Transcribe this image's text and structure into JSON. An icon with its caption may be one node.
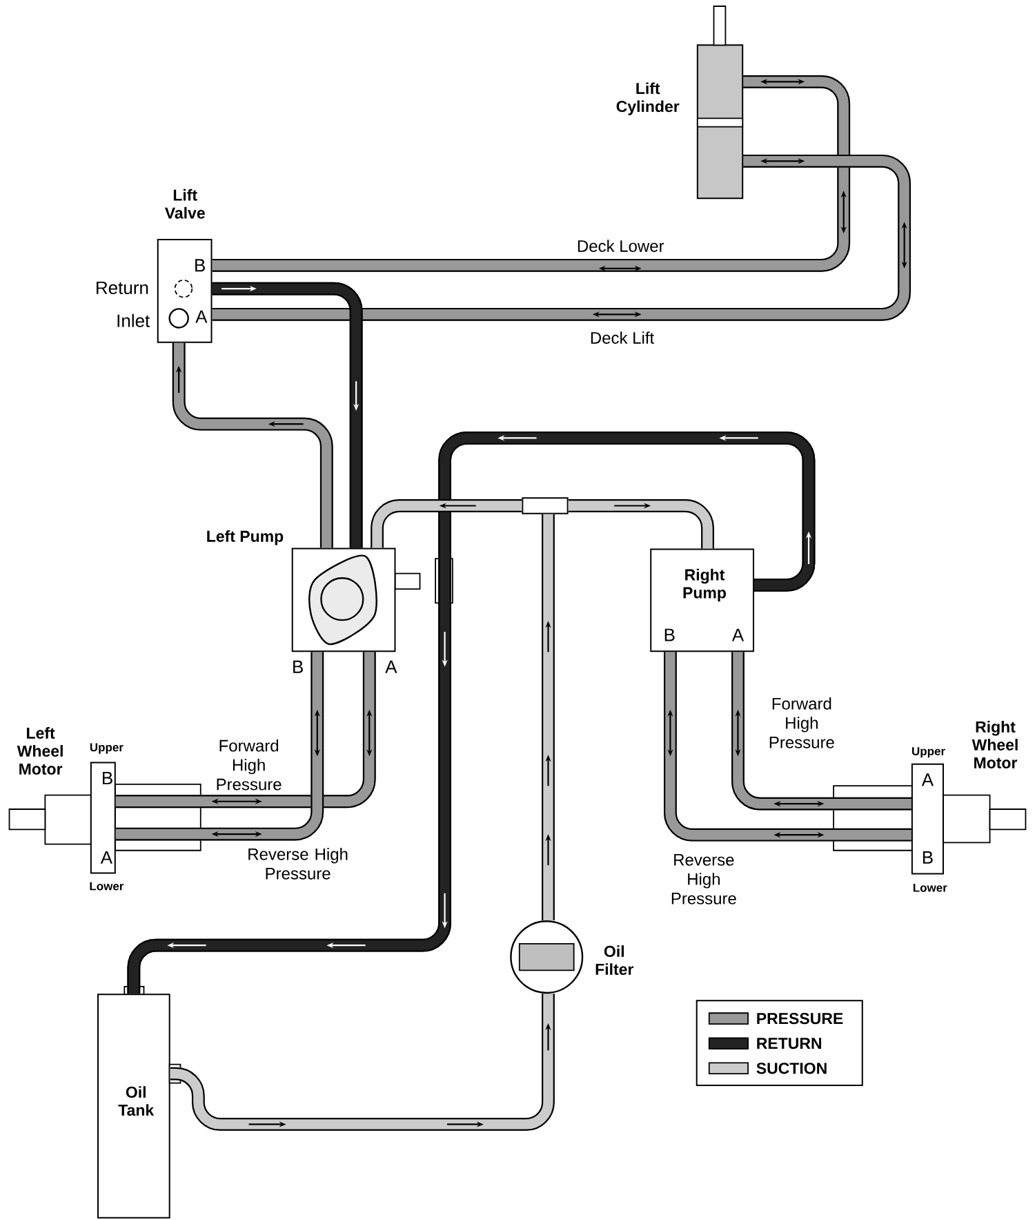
{
  "diagram": {
    "nodes": [
      {
        "text": [
          "Lift Cylinder"
        ]
      },
      {
        "text": [
          "Lift Valve",
          "B",
          "A"
        ],
        "beside": [
          "Return",
          "Inlet"
        ]
      },
      {
        "text": [
          "Left Pump",
          "B",
          "A"
        ]
      },
      {
        "text": [
          "Right Pump",
          "B",
          "A"
        ]
      },
      {
        "text": [
          "Left Wheel Motor",
          "Upper",
          "B",
          "A",
          "Lower"
        ]
      },
      {
        "text": [
          "Right Wheel Motor",
          "Upper",
          "A",
          "B",
          "Lower"
        ]
      },
      {
        "text": [
          "Oil Filter"
        ]
      },
      {
        "text": [
          "Oil Tank"
        ]
      },
      {
        "text": [],
        "shape": "box"
      }
    ],
    "edges": [
      {
        "from": 1,
        "to": 0,
        "arrow": "none",
        "label": "Deck Lower"
      },
      {
        "from": 1,
        "to": 0,
        "arrow": "none",
        "label": "Deck Lift"
      },
      {
        "from": 1,
        "to": 2,
        "arrow": "none",
        "color": "#222222"
      },
      {
        "from": 2,
        "to": 1,
        "arrow": "none"
      },
      {
        "from": 3,
        "to": 7,
        "arrow": "none",
        "color": "#222222"
      },
      {
        "from": 7,
        "to": 6,
        "arrow": "none",
        "color": "#cccccc"
      },
      {
        "from": 6,
        "to": 8,
        "arrow": "none",
        "color": "#cccccc"
      },
      {
        "from": 8,
        "to": 2,
        "arrow": "none",
        "color": "#cccccc"
      },
      {
        "from": 8,
        "to": 3,
        "arrow": "none",
        "color": "#cccccc"
      },
      {
        "from": 2,
        "to": 4,
        "arrow": "none",
        "label": "Forward High Pressure"
      },
      {
        "from": 2,
        "to": 4,
        "arrow": "none",
        "label": "Reverse High Pressure"
      },
      {
        "from": 3,
        "to": 5,
        "arrow": "none",
        "label": "Forward High Pressure"
      },
      {
        "from": 3,
        "to": 5,
        "arrow": "none",
        "label": "Reverse High Pressure"
      }
    ],
    "legend": [
      {
        "text": "PRESSURE",
        "color": "#999999"
      },
      {
        "text": "RETURN",
        "color": "#222222"
      },
      {
        "text": "SUCTION",
        "color": "#cccccc"
      }
    ]
  }
}
